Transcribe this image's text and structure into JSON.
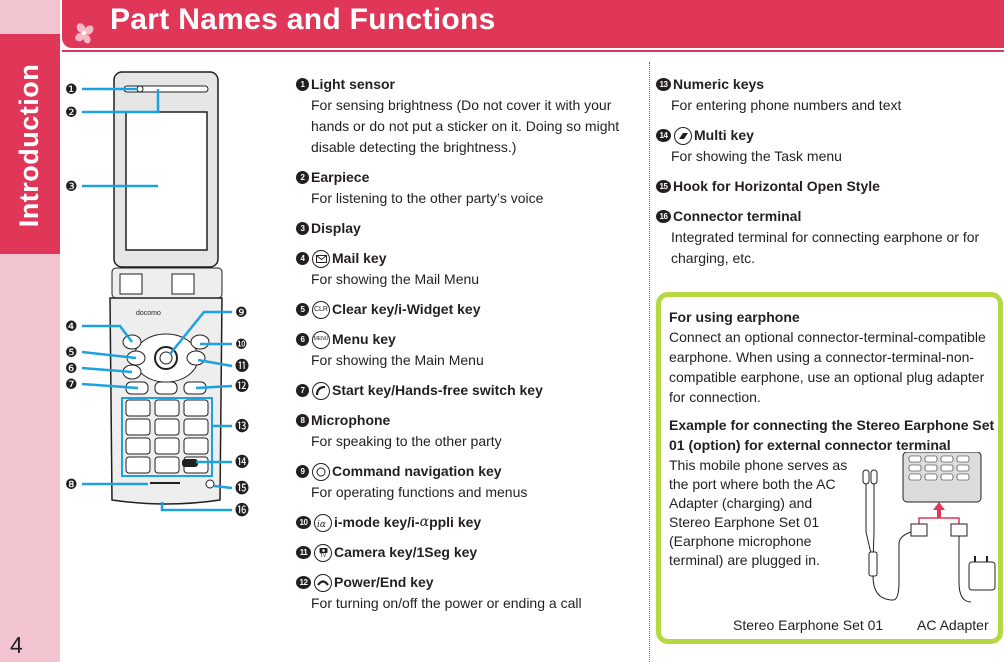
{
  "side": {
    "label": "Introduction",
    "page_number": "4"
  },
  "header": {
    "title": "Part Names and Functions"
  },
  "phone": {
    "brand": "docomo",
    "callouts": [
      "❶",
      "❷",
      "❸",
      "❹",
      "❺",
      "❻",
      "❼",
      "❽",
      "❾",
      "❿",
      "⓫",
      "⓬",
      "⓭",
      "⓮",
      "⓯",
      "⓰"
    ]
  },
  "items": [
    {
      "num": "1",
      "title": "Light sensor",
      "desc": "For sensing brightness (Do not cover it with your hands or do not put a sticker on it. Doing so might disable detecting the brightness.)"
    },
    {
      "num": "2",
      "title": "Earpiece",
      "desc": "For listening to the other party’s voice"
    },
    {
      "num": "3",
      "title": "Display",
      "desc": ""
    },
    {
      "num": "4",
      "icon": "mail-key-icon",
      "title": "Mail key",
      "desc": "For showing the Mail Menu"
    },
    {
      "num": "5",
      "icon": "clear-key-icon",
      "icon_text": "CLR",
      "title": "Clear key/i-Widget key",
      "desc": ""
    },
    {
      "num": "6",
      "icon": "menu-key-icon",
      "icon_text": "MENU",
      "title": "Menu key",
      "desc": "For showing the Main Menu"
    },
    {
      "num": "7",
      "icon": "start-key-icon",
      "title": "Start key/Hands-free switch key",
      "desc": ""
    },
    {
      "num": "8",
      "title": "Microphone",
      "desc": "For speaking to the other party"
    },
    {
      "num": "9",
      "icon": "command-navigation-key-icon",
      "title": "Command navigation key",
      "desc": "For operating functions and menus"
    },
    {
      "num": "10",
      "icon": "imode-key-icon",
      "title_pre": "i-mode key/i-",
      "title_alpha": "α",
      "title_post": "ppli key",
      "desc": ""
    },
    {
      "num": "11",
      "icon": "camera-key-icon",
      "icon_text": "TV",
      "title": "Camera key/1Seg key",
      "desc": ""
    },
    {
      "num": "12",
      "icon": "power-end-key-icon",
      "title": "Power/End key",
      "desc": "For turning on/off the power or ending a call"
    },
    {
      "num": "13",
      "title": "Numeric keys",
      "desc": "For entering phone numbers and text"
    },
    {
      "num": "14",
      "icon": "multi-key-icon",
      "title": "Multi key",
      "desc": "For showing the Task menu"
    },
    {
      "num": "15",
      "title": "Hook for Horizontal Open Style",
      "desc": ""
    },
    {
      "num": "16",
      "title": "Connector terminal",
      "desc": "Integrated terminal for connecting earphone or for charging, etc."
    }
  ],
  "earphone_box": {
    "heading": "For using earphone",
    "text": "Connect an optional connector-terminal-compatible earphone. When using a connector-terminal-non-compatible earphone, use an optional plug adapter for connection.",
    "example_heading": "Example for connecting the Stereo Earphone Set 01 (option) for external connector terminal",
    "example_text": "This mobile phone serves as the port where both the AC Adapter (charging) and Stereo Earphone Set 01 (Earphone microphone terminal) are plugged in.",
    "caption_earphone": "Stereo Earphone Set 01",
    "caption_adapter": "AC Adapter"
  },
  "colors": {
    "accent": "#e03758",
    "callout_line": "#1aa3e0",
    "box_border": "#b6d840",
    "side_strip": "#f2c4cf"
  }
}
